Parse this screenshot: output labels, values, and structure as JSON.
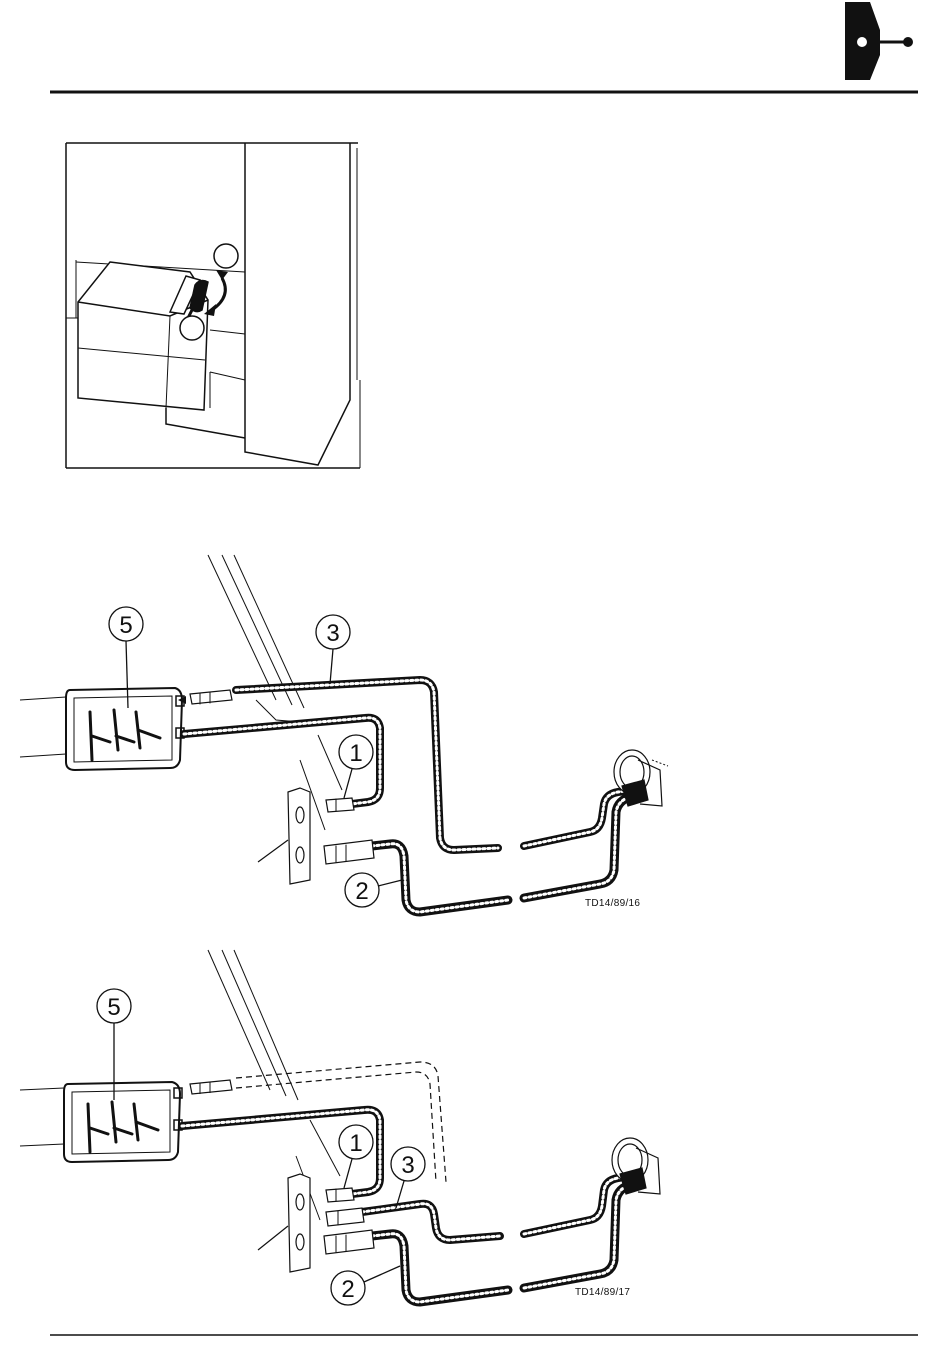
{
  "header": {
    "icon": "connection-tab-icon"
  },
  "figure_top": {
    "callouts": [
      "5",
      "3",
      "1",
      "2"
    ],
    "code": "TD14/89/16"
  },
  "figure_bottom": {
    "callouts": [
      "5",
      "1",
      "3",
      "2"
    ],
    "code": "TD14/89/17"
  }
}
